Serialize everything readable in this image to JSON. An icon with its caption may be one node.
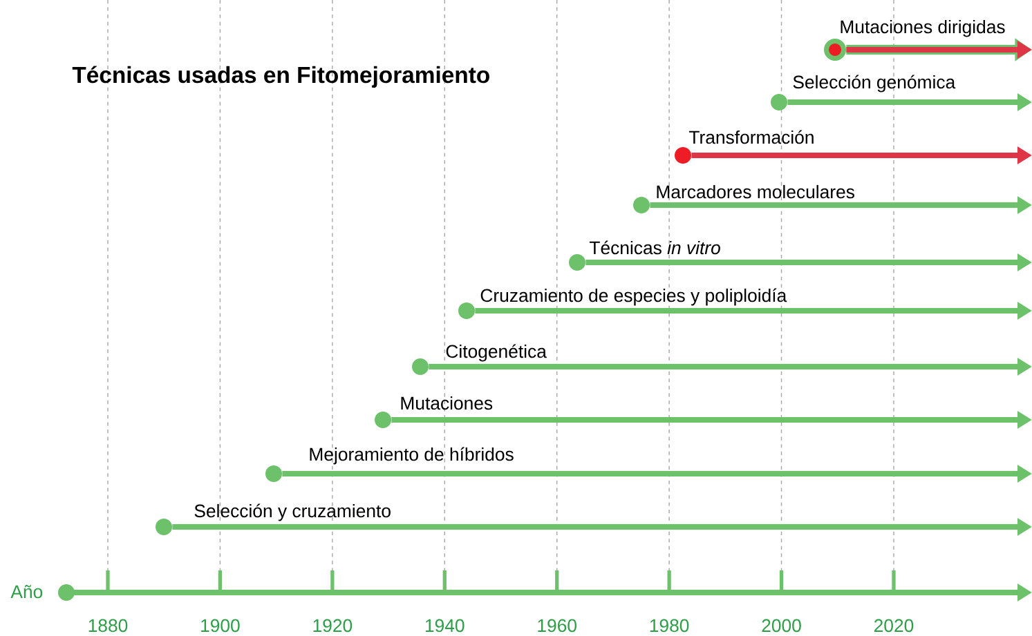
{
  "diagram": {
    "title": "Técnicas usadas en Fitomejoramiento",
    "nodes": [
      {
        "text": [],
        "shape": "circle",
        "beside": [
          "Mutaciones dirigidas"
        ]
      },
      {
        "text": [],
        "shape": "circle",
        "beside": [
          "Selección genómica"
        ]
      },
      {
        "text": [],
        "shape": "circle",
        "beside": [
          "Transformación"
        ]
      },
      {
        "text": [],
        "shape": "circle",
        "beside": [
          "Marcadores moleculares"
        ]
      },
      {
        "text": [],
        "shape": "circle",
        "beside": [
          "Técnicas *in vitro*"
        ]
      },
      {
        "text": [],
        "shape": "circle",
        "beside": [
          "Cruzamiento de especies y poliploidía"
        ]
      },
      {
        "text": [],
        "shape": "circle",
        "beside": [
          "Citogenética"
        ]
      },
      {
        "text": [],
        "shape": "circle",
        "beside": [
          "Mutaciones"
        ]
      },
      {
        "text": [],
        "shape": "circle",
        "beside": [
          "Mejoramiento de híbridos"
        ]
      },
      {
        "text": [],
        "shape": "circle",
        "beside": [
          "Selección y cruzamiento"
        ]
      }
    ],
    "edges": [
      {
        "from": 0,
        "to": null,
        "arrow": "to",
        "color": "#ee1c24"
      },
      {
        "from": 1,
        "to": null,
        "arrow": "to"
      },
      {
        "from": 2,
        "to": null,
        "arrow": "to",
        "color": "#ee1c24"
      },
      {
        "from": 3,
        "to": null,
        "arrow": "to"
      },
      {
        "from": 4,
        "to": null,
        "arrow": "to"
      },
      {
        "from": 5,
        "to": null,
        "arrow": "to"
      },
      {
        "from": 6,
        "to": null,
        "arrow": "to"
      },
      {
        "from": 7,
        "to": null,
        "arrow": "to"
      },
      {
        "from": 8,
        "to": null,
        "arrow": "to"
      },
      {
        "from": 9,
        "to": null,
        "arrow": "to"
      }
    ],
    "labels": [
      "Año",
      "1880",
      "1900",
      "1920",
      "1940",
      "1960",
      "1980",
      "2000",
      "2020"
    ]
  }
}
